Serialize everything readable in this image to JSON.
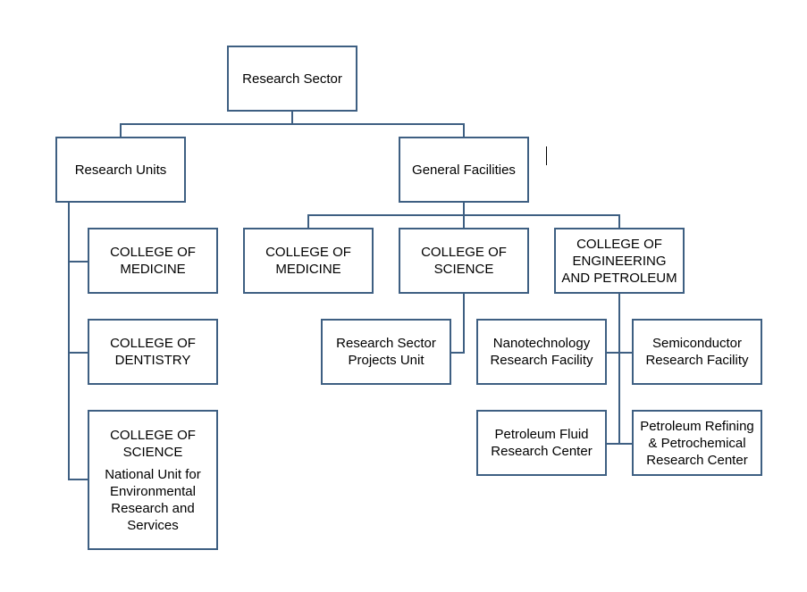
{
  "colors": {
    "border": "#3e5f82",
    "connector": "#3e5f82"
  },
  "root": {
    "label": "Research Sector"
  },
  "research_units": {
    "label": "Research Units",
    "children": [
      {
        "label": "COLLEGE OF MEDICINE"
      },
      {
        "label": "COLLEGE OF DENTISTRY"
      },
      {
        "label": "COLLEGE OF SCIENCE",
        "sublabel": "National Unit for Environmental Research and Services"
      }
    ]
  },
  "general_facilities": {
    "label": "General Facilities",
    "children": [
      {
        "label": "COLLEGE OF MEDICINE"
      },
      {
        "label": "COLLEGE OF SCIENCE",
        "children": [
          {
            "label": "Research Sector Projects Unit"
          }
        ]
      },
      {
        "label": "COLLEGE OF ENGINEERING AND PETROLEUM",
        "children": [
          {
            "label": "Nanotechnology Research Facility"
          },
          {
            "label": "Semiconductor Research Facility"
          },
          {
            "label": "Petroleum Fluid Research Center"
          },
          {
            "label": "Petroleum Refining & Petrochemical Research Center"
          }
        ]
      }
    ]
  }
}
